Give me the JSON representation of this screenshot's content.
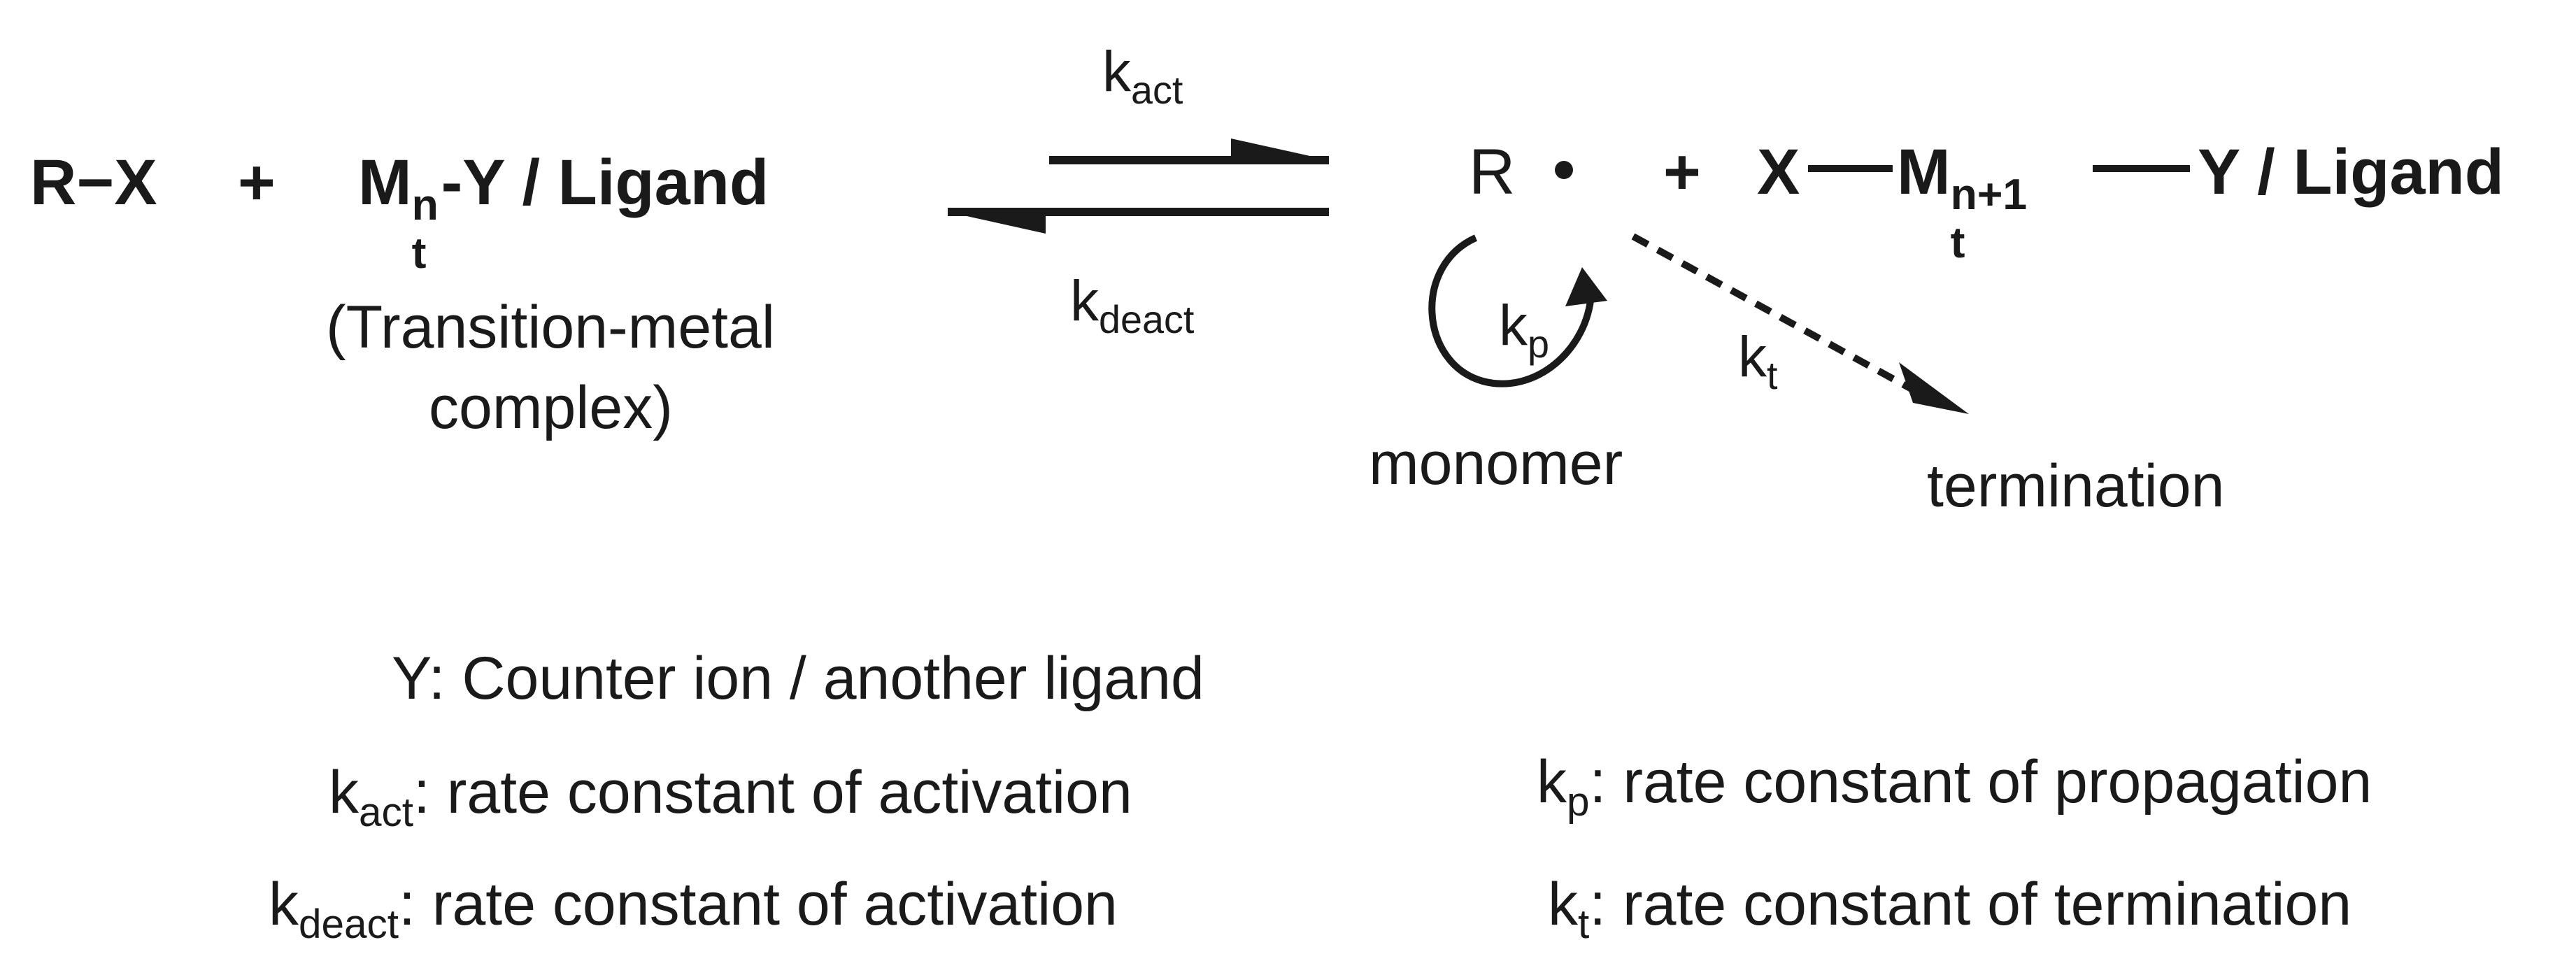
{
  "scheme": {
    "left": {
      "rx": "R",
      "rx_dash": "−",
      "rx_x": "X",
      "plus": "+",
      "metal_base": "M",
      "metal_sup": "n",
      "metal_sub": "t",
      "metal_rest": "-Y / Ligand",
      "caption_line1": "(Transition-metal",
      "caption_line2": "complex)"
    },
    "arrows": {
      "kact_base": "k",
      "kact_sub": "act",
      "kdeact_base": "k",
      "kdeact_sub": "deact"
    },
    "right": {
      "radical_r": "R",
      "plus": "+",
      "x": "X",
      "metal_base": "M",
      "metal_sup": "n+1",
      "metal_sub": "t",
      "y_ligand": "Y / Ligand",
      "kp_base": "k",
      "kp_sub": "p",
      "monomer": "monomer",
      "kt_base": "k",
      "kt_sub": "t",
      "termination": "termination"
    }
  },
  "legend": {
    "y_line": "Y: Counter ion / another ligand",
    "kact_base": "k",
    "kact_sub": "act",
    "kact_desc": ": rate constant of activation",
    "kdeact_base": "k",
    "kdeact_sub": "deact",
    "kdeact_desc": ": rate constant of activation",
    "kp_base": "k",
    "kp_sub": "p",
    "kp_desc": ": rate constant of propagation",
    "kt_base": "k",
    "kt_sub": "t",
    "kt_desc": ": rate constant of termination"
  },
  "colors": {
    "ink": "#1a1a1a",
    "background": "#ffffff"
  }
}
